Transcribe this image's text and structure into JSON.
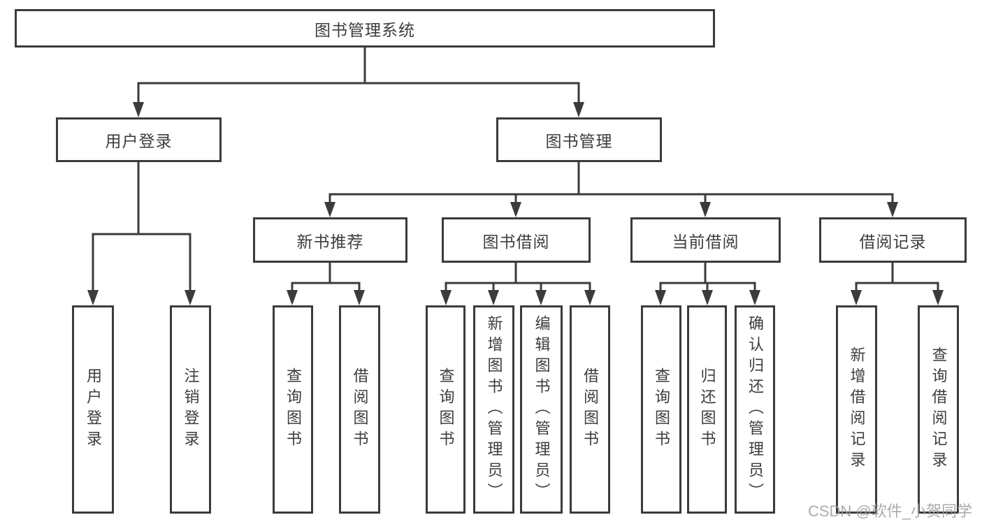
{
  "diagram": {
    "type": "tree-diagram",
    "watermark": "CSDN @软件_小贺同学",
    "colors": {
      "line": "#3b3b3b",
      "box_border": "#3b3b3b",
      "text": "#3d3d3d",
      "watermark": "#9d9d9d",
      "background": "#ffffff"
    },
    "tree": {
      "label": "图书管理系统",
      "children": [
        {
          "label": "用户登录",
          "children": [
            {
              "label": "用户登录"
            },
            {
              "label": "注销登录"
            }
          ]
        },
        {
          "label": "图书管理",
          "children": [
            {
              "label": "新书推荐",
              "children": [
                {
                  "label": "查询图书"
                },
                {
                  "label": "借阅图书"
                }
              ]
            },
            {
              "label": "图书借阅",
              "children": [
                {
                  "label": "查询图书"
                },
                {
                  "label": "新增图书（管理员）"
                },
                {
                  "label": "编辑图书（管理员）"
                },
                {
                  "label": "借阅图书"
                }
              ]
            },
            {
              "label": "当前借阅",
              "children": [
                {
                  "label": "查询图书"
                },
                {
                  "label": "归还图书"
                },
                {
                  "label": "确认归还（管理员）"
                }
              ]
            },
            {
              "label": "借阅记录",
              "children": [
                {
                  "label": "新增借阅记录"
                },
                {
                  "label": "查询借阅记录"
                }
              ]
            }
          ]
        }
      ]
    }
  }
}
